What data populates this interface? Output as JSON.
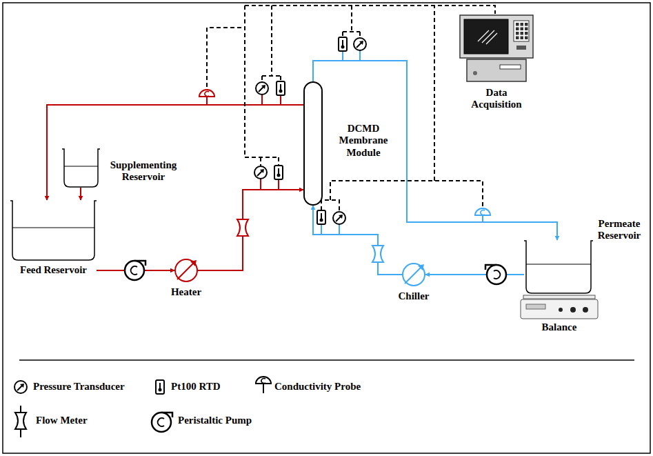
{
  "diagram": {
    "nodes": [
      {
        "text": [
          "Supplementing Reservoir"
        ]
      },
      {
        "text": [
          "Feed Reservoir"
        ]
      },
      {
        "text": [
          "Heater"
        ]
      },
      {
        "text": [
          "DCMD Membrane Module"
        ]
      },
      {
        "text": [
          "Data Acquisition"
        ]
      },
      {
        "text": [
          "Permeate Reservoir"
        ]
      },
      {
        "text": [
          "Chiller"
        ]
      },
      {
        "text": [
          "Balance"
        ]
      }
    ],
    "edges": [
      {
        "from": 0,
        "to": 1,
        "arrow": "to"
      },
      {
        "from": 1,
        "to": 2,
        "arrow": "to"
      },
      {
        "from": 2,
        "to": 3,
        "arrow": "to"
      },
      {
        "from": 3,
        "to": 1,
        "arrow": "to"
      },
      {
        "from": 3,
        "to": 5,
        "arrow": "to"
      },
      {
        "from": 5,
        "to": 6,
        "arrow": "to"
      },
      {
        "from": 6,
        "to": 3,
        "arrow": "to"
      }
    ],
    "legend": [
      {
        "text": "Pressure Transducer"
      },
      {
        "text": "Pt100 RTD"
      },
      {
        "text": "Conductivity Probe"
      },
      {
        "text": "Flow Meter"
      },
      {
        "text": "Peristaltic Pump"
      }
    ]
  }
}
